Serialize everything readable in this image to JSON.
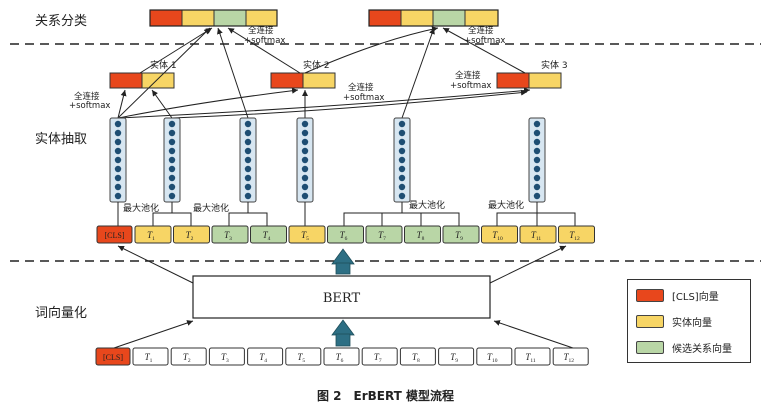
{
  "sections": {
    "relation": "关系分类",
    "entity": "实体抽取",
    "embedding": "词向量化"
  },
  "bert_label": "BERT",
  "cls_token": "[CLS]",
  "tokens": [
    "T",
    "T",
    "T",
    "T",
    "T",
    "T",
    "T",
    "T",
    "T",
    "T",
    "T",
    "T"
  ],
  "token_subscripts": [
    "1",
    "2",
    "3",
    "4",
    "5",
    "6",
    "7",
    "8",
    "9",
    "10",
    "11",
    "12"
  ],
  "max_pool_label": "最大池化",
  "fc_label_line1": "全连接",
  "fc_label_line2": "+softmax",
  "entities": [
    "实体 1",
    "实体 2",
    "实体 3"
  ],
  "legend": [
    {
      "label": "[CLS]向量",
      "color": "#E8471C"
    },
    {
      "label": "实体向量",
      "color": "#F7D565"
    },
    {
      "label": "候选关系向量",
      "color": "#B9D6A6"
    }
  ],
  "caption": "图 2　ErBERT 模型流程",
  "colors": {
    "cls": "#E8471C",
    "entity": "#F7D565",
    "relation": "#B9D6A6",
    "column": "#D7E6F1",
    "dot": "#1E4E73",
    "big_arrow": "#2D6F84"
  },
  "token_roles": [
    "entity",
    "entity",
    "relation",
    "relation",
    "entity",
    "relation",
    "relation",
    "relation",
    "relation",
    "entity",
    "entity",
    "entity"
  ]
}
